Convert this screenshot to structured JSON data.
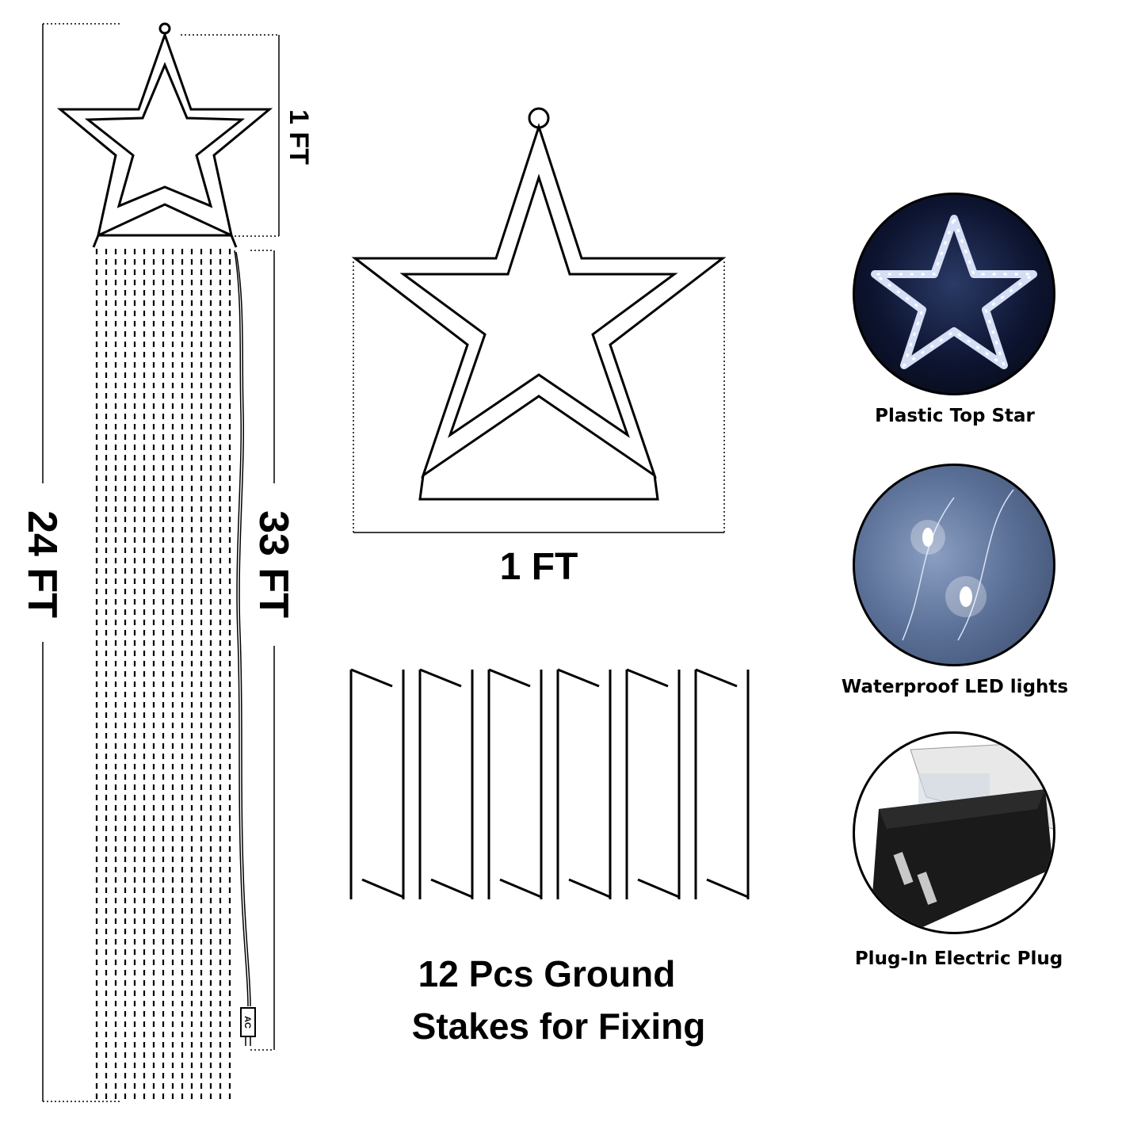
{
  "dimensions": {
    "height_label": "24 FT",
    "strand_label": "33 FT",
    "star_height_label": "1 FT",
    "star_width_label": "1 FT",
    "ac_label": "AC"
  },
  "stakes": {
    "caption_line1": "12 Pcs Ground",
    "caption_line2": "Stakes for Fixing"
  },
  "features": [
    {
      "label": "Plastic Top Star",
      "icon": "led-star-photo"
    },
    {
      "label": "Waterproof LED lights",
      "icon": "led-wire-photo"
    },
    {
      "label": "Plug-In Electric Plug",
      "icon": "power-adapter-photo"
    }
  ]
}
